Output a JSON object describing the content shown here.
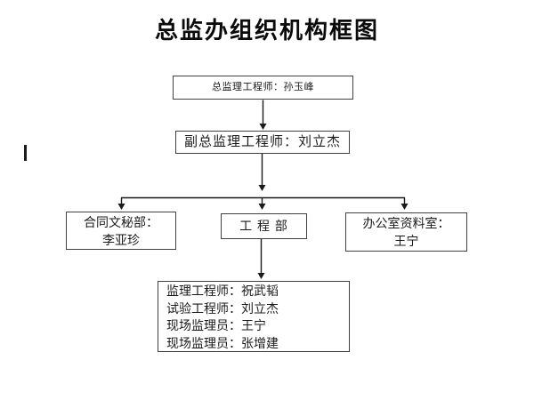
{
  "title": "总监办组织机构框图",
  "org_chart": {
    "type": "org-hierarchy",
    "line_color": "#1a1a1a",
    "border_color": "#404040",
    "nodes": {
      "chief": {
        "label": "总监理工程师：孙玉峰"
      },
      "deputy": {
        "label": "副总监理工程师：刘立杰"
      },
      "contract": {
        "line1": "合同文秘部：",
        "line2": "李亚珍"
      },
      "engineering": {
        "label": "工 程 部"
      },
      "office": {
        "line1": "办公室资料室：",
        "line2": "王宁"
      },
      "staff": {
        "lines": [
          "监理工程师：祝武韬",
          "试验工程师：刘立杰",
          "现场监理员：王宁",
          "现场监理员：张增建"
        ]
      }
    }
  }
}
